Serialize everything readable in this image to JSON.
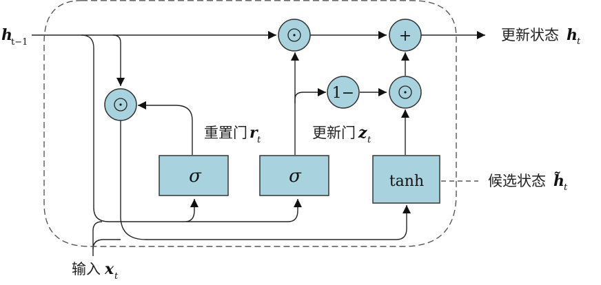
{
  "title": "GRU cell structure",
  "labels": {
    "h_prev": {
      "main": "h",
      "sub": "t−1"
    },
    "output": {
      "text": "更新状态",
      "math": "h",
      "sub": "t"
    },
    "reset_gate": {
      "text": "重置门",
      "math": "r",
      "sub": "t"
    },
    "update_gate": {
      "text": "更新门",
      "math": "z",
      "sub": "t"
    },
    "candidate": {
      "text": "候选状态",
      "math": "h̃",
      "sub": "t"
    },
    "input": {
      "text": "输入",
      "math": "x",
      "sub": "t"
    }
  },
  "nodes": {
    "reset_mul": "⊙",
    "top_mul": "⊙",
    "add": "+",
    "one_minus": "1−",
    "candidate_mul": "⊙"
  },
  "boxes": {
    "reset_sigma": "σ",
    "update_sigma": "σ",
    "candidate_tanh": "tanh"
  },
  "colors": {
    "node_fill": "#a8d3de",
    "stroke": "#222222"
  }
}
